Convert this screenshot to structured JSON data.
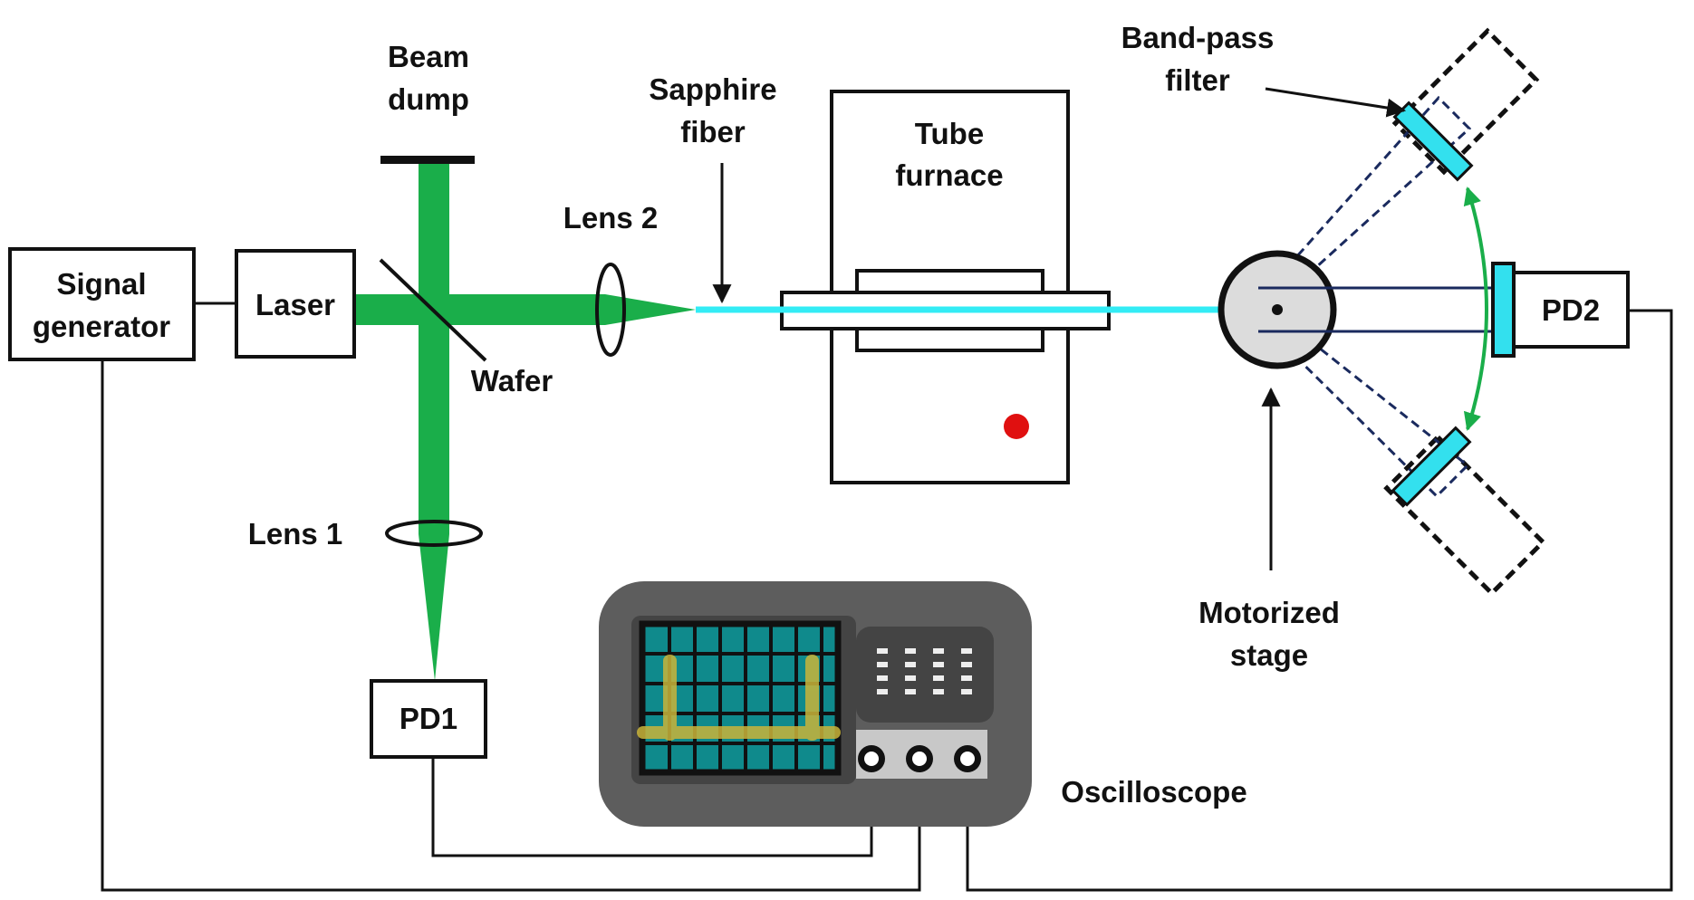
{
  "labels": {
    "beam_dump": [
      "Beam",
      "dump"
    ],
    "sapphire_fiber": [
      "Sapphire",
      "fiber"
    ],
    "tube_furnace": [
      "Tube",
      "furnace"
    ],
    "band_pass_filter": [
      "Band-pass",
      "filter"
    ],
    "lens2": "Lens 2",
    "lens1": "Lens 1",
    "wafer": "Wafer",
    "signal_generator": [
      "Signal",
      "generator"
    ],
    "laser": "Laser",
    "pd2": "PD2",
    "pd1": "PD1",
    "motorized_stage": [
      "Motorized",
      "stage"
    ],
    "oscilloscope": "Oscilloscope"
  },
  "colors": {
    "laser_beam": "#1aae4a",
    "fiber": "#33ecf5",
    "filter": "#33e0ee",
    "heater_indicator": "#e01010",
    "rotation_arrow": "#1aae4a",
    "path_outline": "#1a2a5e",
    "scope_body": "#5d5d5d",
    "scope_screen": "#0f8a8c",
    "scope_trace": "#c9b43a"
  }
}
